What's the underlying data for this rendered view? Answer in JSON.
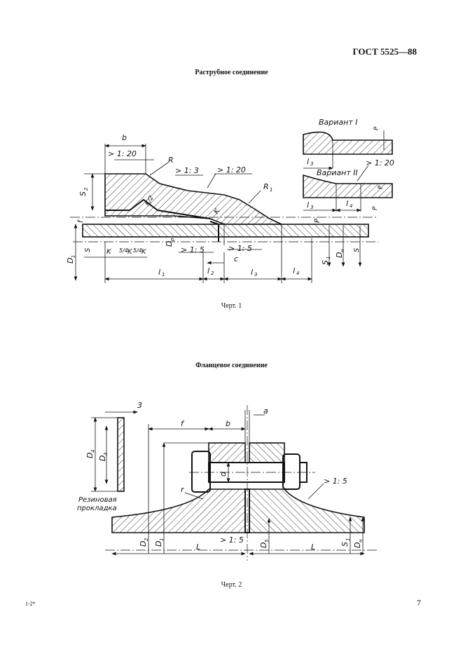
{
  "header": {
    "standard": "ГОСТ 5525—88"
  },
  "section1": {
    "heading": "Раструбное соединение",
    "caption": "Черт. 1",
    "labels": {
      "b": "b",
      "taper_top": "> 1: 20",
      "R": "R",
      "taper_13": "> 1: 3",
      "taper_120b": "> 1: 20",
      "R1": "R",
      "R1_sub": "1",
      "S2": "S",
      "S2_sub": "2",
      "K2": "K/2",
      "K_slope": "K",
      "f": "f",
      "D1": "D",
      "D1_sub": "1",
      "S": "S",
      "K_a": "K",
      "frac_a": "5/4",
      "K_b": "K",
      "frac_b": "5/4",
      "K_c": "K",
      "Dp": "D",
      "Dp_sub": "p",
      "taper_15a": "> 1: 5",
      "taper_15b": "> 1: 5",
      "c": "c",
      "l1": "l",
      "l1_sub": "1",
      "l2": "l",
      "l2_sub": "2",
      "l3": "l",
      "l3_sub": "3",
      "l4": "l",
      "l4_sub": "4",
      "P_main": "P",
      "S1": "S",
      "S1_sub": "1",
      "Dn": "D",
      "Dn_sub": "н",
      "S_right": "S"
    },
    "variants": {
      "v1_title": "Вариант I",
      "v1_P": "P",
      "v1_l3": "l",
      "v1_l3_sub": "3",
      "v2_title": "Вариант II",
      "v2_taper": "> 1: 20",
      "v2_P": "P",
      "v2_l3": "l",
      "v2_l3_sub": "3",
      "v2_l4": "l",
      "v2_l4_sub": "4",
      "v2_P2": "P"
    }
  },
  "section2": {
    "heading": "Фланцевое соединение",
    "caption": "Черт. 2",
    "labels": {
      "three": "3",
      "a": "a",
      "f": "f",
      "b": "b",
      "D4": "D",
      "D4_sub": "4",
      "D3": "D",
      "D3_sub": "3",
      "gasket_1": "Резиновая",
      "gasket_2": "прокладка",
      "d": "d",
      "r": "r",
      "taper_15a": "> 1: 5",
      "taper_15b": "> 1: 5",
      "D2": "D",
      "D2_sub": "2",
      "D1": "D",
      "D1_sub": "1",
      "L_left": "L",
      "D5": "D",
      "D5_sub": "5",
      "L_right": "L",
      "S1": "S",
      "S1_sub": "1",
      "Dn": "D",
      "Dn_sub": "н"
    }
  },
  "footer": {
    "page_number": "7",
    "footnote": "1-2*"
  }
}
